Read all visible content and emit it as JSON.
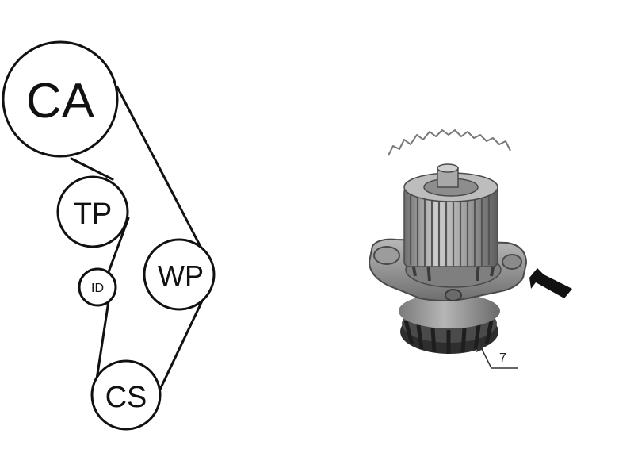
{
  "belt_diagram": {
    "pulleys": [
      {
        "id": "ca",
        "label": "CA"
      },
      {
        "id": "tp",
        "label": "TP"
      },
      {
        "id": "id",
        "label": "ID"
      },
      {
        "id": "wp",
        "label": "WP"
      },
      {
        "id": "cs",
        "label": "CS"
      }
    ]
  },
  "part_drawing": {
    "callout_number": "7"
  },
  "colors": {
    "line": "#111111",
    "pump_body": "#8e8e8e",
    "pump_dark": "#3c3c3c",
    "pump_light": "#c2c2c2"
  }
}
